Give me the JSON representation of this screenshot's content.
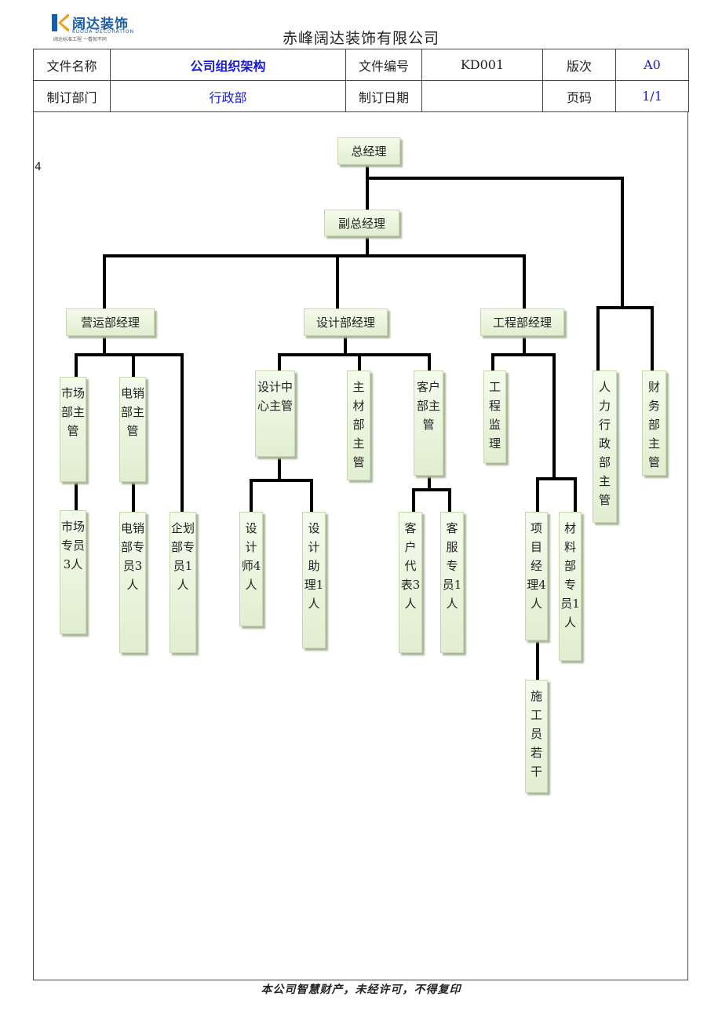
{
  "logo": {
    "brand": "阔达装饰",
    "english": "KUODA DECORATION",
    "slogan": "阔达标准工程 一看就不同"
  },
  "company": "赤峰阔达装饰有限公司",
  "header": {
    "file_name_label": "文件名称",
    "file_name": "公司组织架构",
    "file_no_label": "文件编号",
    "file_no": "KD001",
    "version_label": "版次",
    "version": "A0",
    "dept_label": "制订部门",
    "dept": "行政部",
    "date_label": "制订日期",
    "date": "",
    "page_label": "页码",
    "page": "1/1"
  },
  "stray_mark": "4",
  "org": {
    "gm": "总经理",
    "deputy": "副总经理",
    "ops_mgr": "营运部经理",
    "design_mgr": "设计部经理",
    "eng_mgr": "工程部经理",
    "market_sup": "市场部主管",
    "tele_sup": "电销部主管",
    "market_staff": "市场专员3人",
    "tele_staff": "电销部专员3人",
    "plan_staff": "企划部专员1人",
    "design_center": "设计中心主管",
    "material_sup": "主材部主管",
    "client_sup": "客户部主管",
    "designer": "设计师4人",
    "design_asst": "设计助理1人",
    "client_rep": "客户代表3人",
    "service_staff": "客服专员1人",
    "eng_supervisor": "工程监理",
    "pm": "项目经理4人",
    "material_staff": "材料部专员1人",
    "workers": "施工员若干",
    "hr_sup": "人力行政部主管",
    "finance_sup": "财务部主管"
  },
  "footer": "本公司智慧财产，未经许可，不得复印"
}
